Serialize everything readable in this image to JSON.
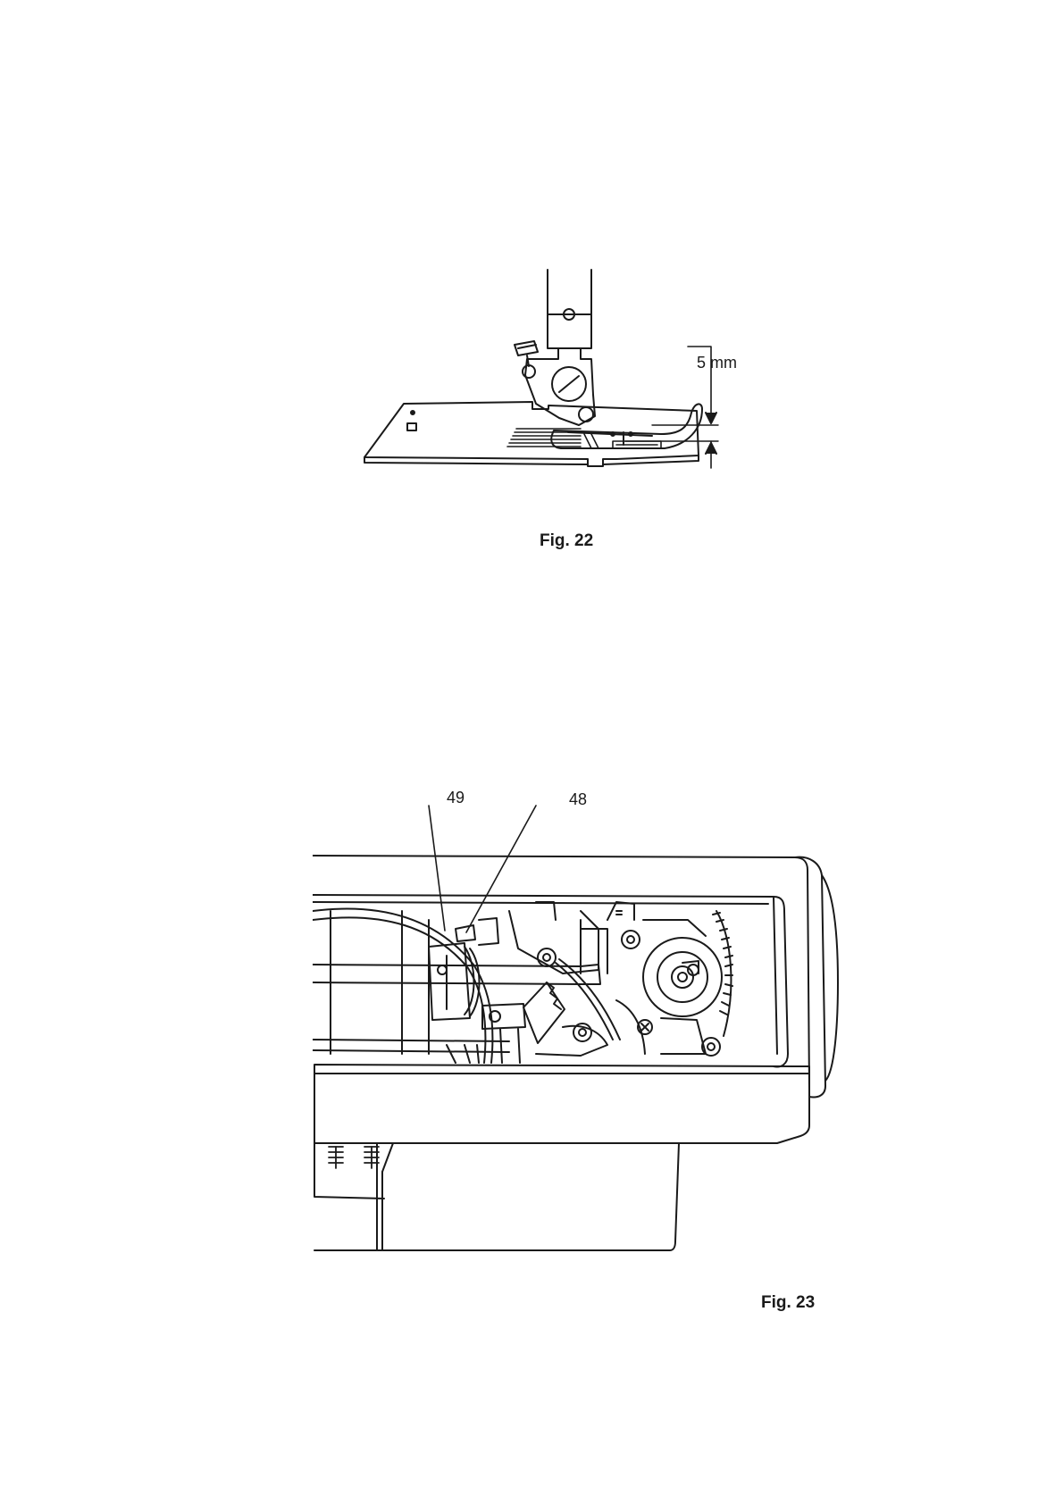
{
  "figure_22": {
    "caption": "Fig. 22",
    "dimension_label": "5 mm"
  },
  "figure_23": {
    "caption": "Fig. 23",
    "callouts": [
      "49",
      "48"
    ]
  }
}
